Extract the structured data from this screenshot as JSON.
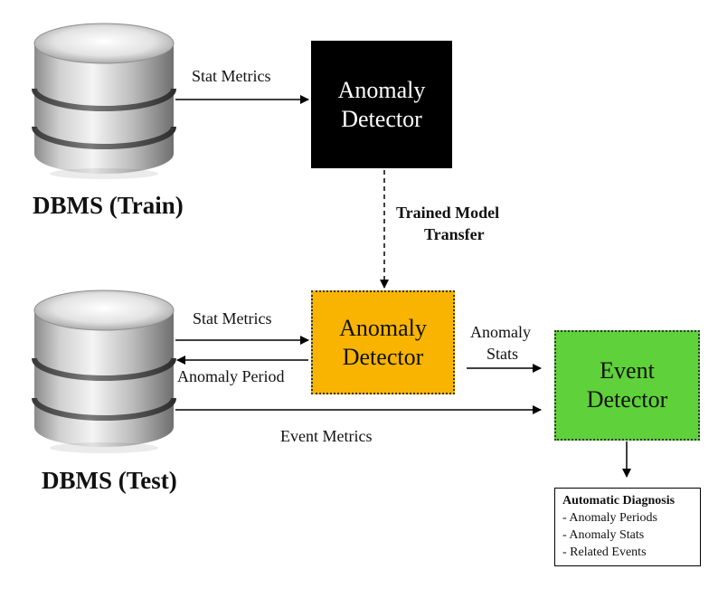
{
  "train": {
    "db_label": "DBMS (Train)",
    "metrics_label": "Stat Metrics",
    "detector_line1": "Anomaly",
    "detector_line2": "Detector"
  },
  "transfer": {
    "line1": "Trained Model",
    "line2": "Transfer"
  },
  "test": {
    "db_label": "DBMS (Test)",
    "metrics_label": "Stat Metrics",
    "period_label": "Anomaly Period",
    "event_metrics_label": "Event Metrics",
    "detector_line1": "Anomaly",
    "detector_line2": "Detector",
    "stats_line1": "Anomaly",
    "stats_line2": "Stats"
  },
  "event_detector": {
    "line1": "Event",
    "line2": "Detector"
  },
  "diagnosis": {
    "title": "Automatic Diagnosis",
    "items": [
      "- Anomaly Periods",
      "- Anomaly Stats",
      "- Related Events"
    ]
  },
  "colors": {
    "train_detector": "#000000",
    "test_detector": "#F8B400",
    "event_detector": "#5FD13A"
  }
}
